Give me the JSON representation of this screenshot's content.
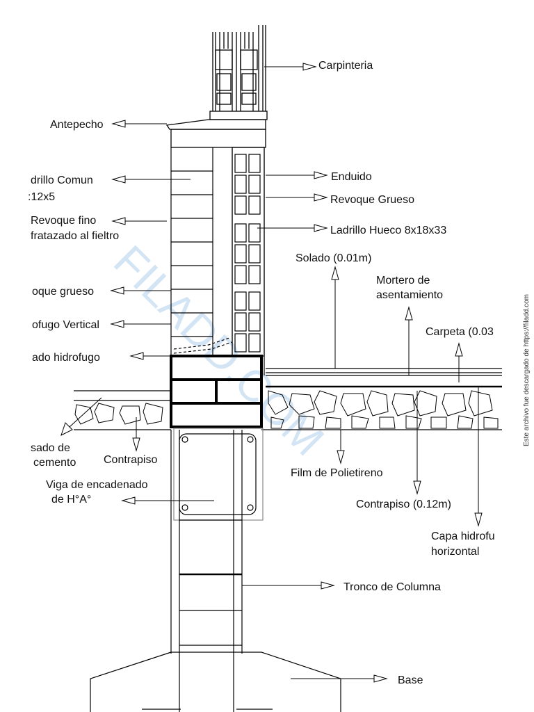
{
  "labels": {
    "carpinteria": "Carpinteria",
    "antepecho": "Antepecho",
    "ladrillo_comun_1": "drillo Comun",
    "ladrillo_comun_2": ":12x5",
    "revoque_fino_1": "Revoque fino",
    "revoque_fino_2": "fratazado al fieltro",
    "enduido": "Enduido",
    "revoque_grueso_right": "Revoque Grueso",
    "ladrillo_hueco": "Ladrillo Hueco 8x18x33",
    "solado": "Solado (0.01m)",
    "mortero_1": "Mortero de",
    "mortero_2": "asentamiento",
    "carpeta": "Carpeta (0.03",
    "revoque_grueso_left": "oque grueso",
    "hidrofugo_vertical": "ofugo Vertical",
    "cajon_hidrofugo": "ado hidrofugo",
    "alisado_1": "sado de",
    "alisado_2": "cemento",
    "contrapiso_left": "Contrapiso",
    "viga_1": "Viga de encadenado",
    "viga_2": "de H°A°",
    "film": "Film de Polietireno",
    "contrapiso_right": "Contrapiso (0.12m)",
    "capa_1": "Capa hidrofu",
    "capa_2": "horizontal",
    "tronco": "Tronco de Columna",
    "base": "Base"
  },
  "watermark": "FILADD.COM",
  "side_note": "Este archivo fue descargado de https://filadd.com",
  "colors": {
    "line": "#000000",
    "watermark": "#bcd6ef"
  }
}
